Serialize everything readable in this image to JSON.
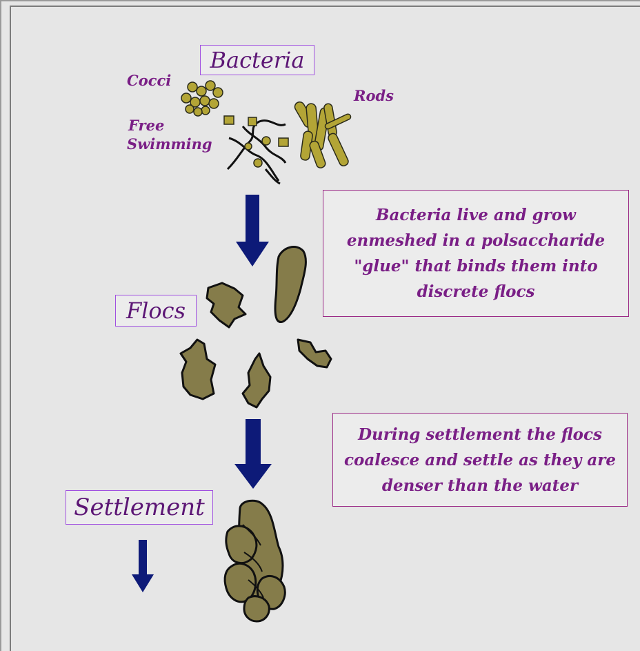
{
  "labels": {
    "bacteria": "Bacteria",
    "flocs": "Flocs",
    "settlement": "Settlement"
  },
  "bacteria_types": {
    "cocci": "Cocci",
    "rods": "Rods",
    "free_swimming_line1": "Free",
    "free_swimming_line2": "Swimming"
  },
  "notes": {
    "flocs_note": "Bacteria live and grow enmeshed in a polsaccharide \"glue\" that binds them into discrete flocs",
    "settlement_note": "During settlement the flocs coalesce and settle as they are denser than the water"
  },
  "colors": {
    "background": "#e6e6e6",
    "text_purple": "#7a1f86",
    "label_border": "#a050e0",
    "note_border": "#9b2a86",
    "arrow_navy": "#0d1a78",
    "floc_olive": "#857c4a",
    "rod_yellow": "#b3a536"
  }
}
